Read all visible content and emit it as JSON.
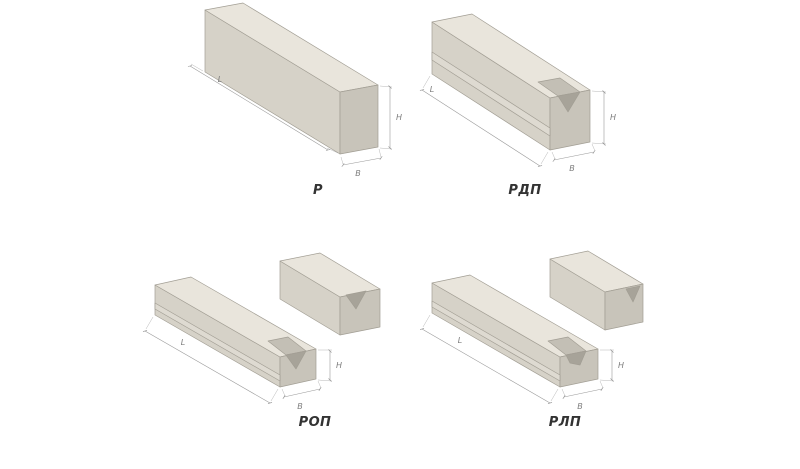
{
  "canvas": {
    "background": "#ffffff"
  },
  "colors": {
    "background": "#ffffff",
    "face_top": "#e9e5dc",
    "face_side": "#d6d2c8",
    "face_end": "#c8c4ba",
    "face_notch": "#a7a399",
    "face_groove": "#c3bfb5",
    "face_shelf": "#dedad1",
    "outline": "#a29e94",
    "dimension": "#9a9a9a",
    "dim_text": "#7d7d7d",
    "caption_text": "#333333"
  },
  "figures": [
    {
      "id": "r",
      "caption": "Р",
      "dims": {
        "L": "L",
        "H": "H",
        "B": "B"
      }
    },
    {
      "id": "rdp",
      "caption": "РДП",
      "dims": {
        "L": "L",
        "H": "H",
        "B": "B"
      }
    },
    {
      "id": "rop",
      "caption": "РОП",
      "dims": {
        "L": "L",
        "H": "H",
        "B": "B"
      }
    },
    {
      "id": "rlp",
      "caption": "РЛП",
      "dims": {
        "L": "L",
        "H": "H",
        "B": "B"
      }
    }
  ]
}
